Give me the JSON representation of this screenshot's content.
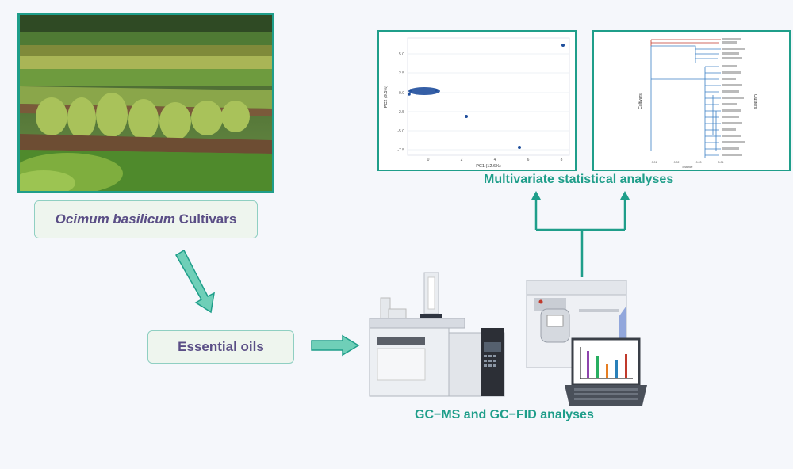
{
  "cultivar_label": {
    "italic": "Ocimum basilicum",
    "rest": " Cultivars"
  },
  "essential_oils_label": "Essential oils",
  "gc_label": "GC−MS and GC−FID analyses",
  "multivariate_label": "Multivariate statistical analyses",
  "pca": {
    "xlabel": "PC1 (12.6%)",
    "ylabel": "PC2 (9.5%)",
    "xticks": [
      "0",
      "2",
      "4",
      "6",
      "8"
    ],
    "yticks": [
      "5.0",
      "2.5",
      "0.0",
      "-2.5",
      "-5.0",
      "-7.5"
    ],
    "point_color": "#1f4e9c"
  },
  "dendrogram": {
    "left_label": "Cultivars",
    "right_label": "Clusters",
    "axis_ticks": [
      "0.01",
      "0.02",
      "0.03",
      "0.04"
    ],
    "axis_label": "distance"
  },
  "colors": {
    "accent": "#1f9e8a",
    "label_text": "#5a4e86",
    "bars": [
      "#8e44ad",
      "#27ae60",
      "#e67e22",
      "#2980b9",
      "#c0392b"
    ]
  }
}
